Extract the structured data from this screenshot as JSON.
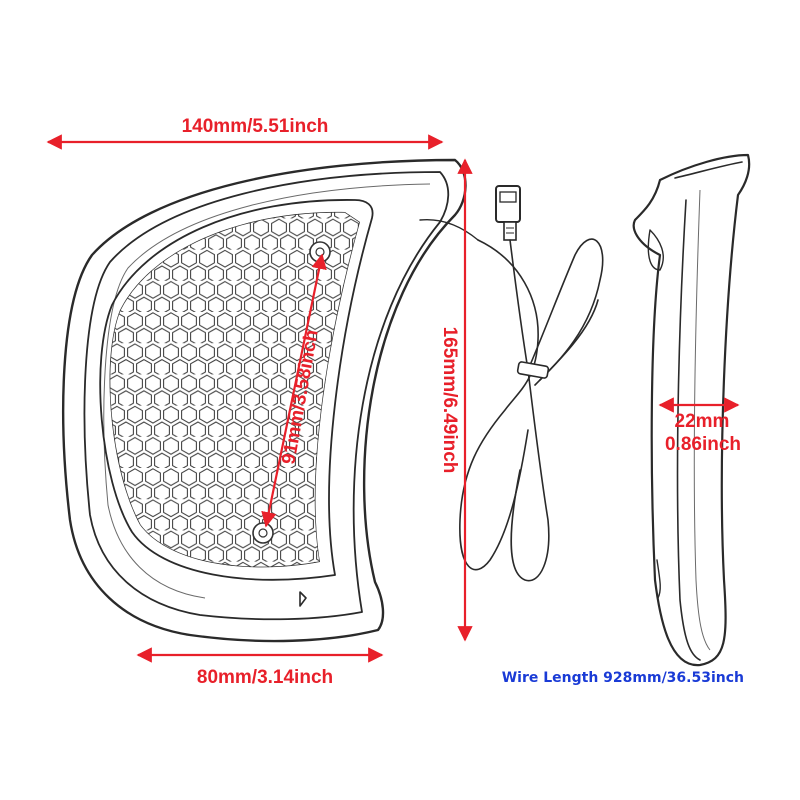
{
  "colors": {
    "dimension": "#e8202a",
    "wire_note": "#1a3bd6",
    "outline": "#2a2a2a"
  },
  "dimensions": {
    "overall_width": "140mm/5.51inch",
    "overall_height": "165mm/6.49inch",
    "bottom_width": "80mm/3.14inch",
    "hole_spacing": "91mm/3.58inch",
    "depth_mm": "22mm",
    "depth_inch": "0.86inch"
  },
  "wire_note": "Wire Length 928mm/36.53inch"
}
